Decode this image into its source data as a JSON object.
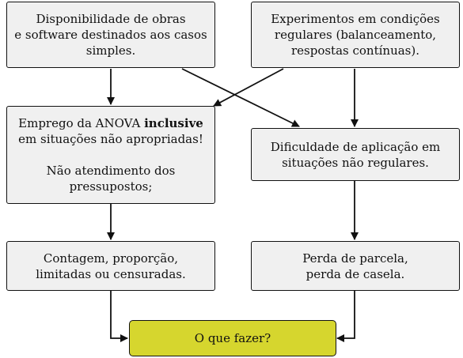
{
  "diagram": {
    "box_top_left": {
      "lines": [
        "Disponibilidade de obras",
        "e software destinados aos casos",
        "simples."
      ]
    },
    "box_top_right": {
      "lines": [
        "Experimentos em condições",
        "regulares (balanceamento,",
        "respostas contínuas)."
      ]
    },
    "box_mid_left": {
      "line1_pre": "Emprego da ANOVA ",
      "line1_bold": "inclusive",
      "line2": "em situações não apropriadas!",
      "line3": "Não atendimento dos",
      "line4": "pressupostos;"
    },
    "box_mid_right": {
      "lines": [
        "Dificuldade de aplicação em",
        "situações não regulares."
      ]
    },
    "box_low_left": {
      "lines": [
        "Contagem, proporção,",
        "limitadas ou censuradas."
      ]
    },
    "box_low_right": {
      "lines": [
        "Perda de parcela,",
        "perda de casela."
      ]
    },
    "box_final": {
      "label": "O que fazer?"
    },
    "colors": {
      "box_fill": "#f0f0f0",
      "final_fill": "#d6d62e",
      "line": "#111111"
    }
  }
}
